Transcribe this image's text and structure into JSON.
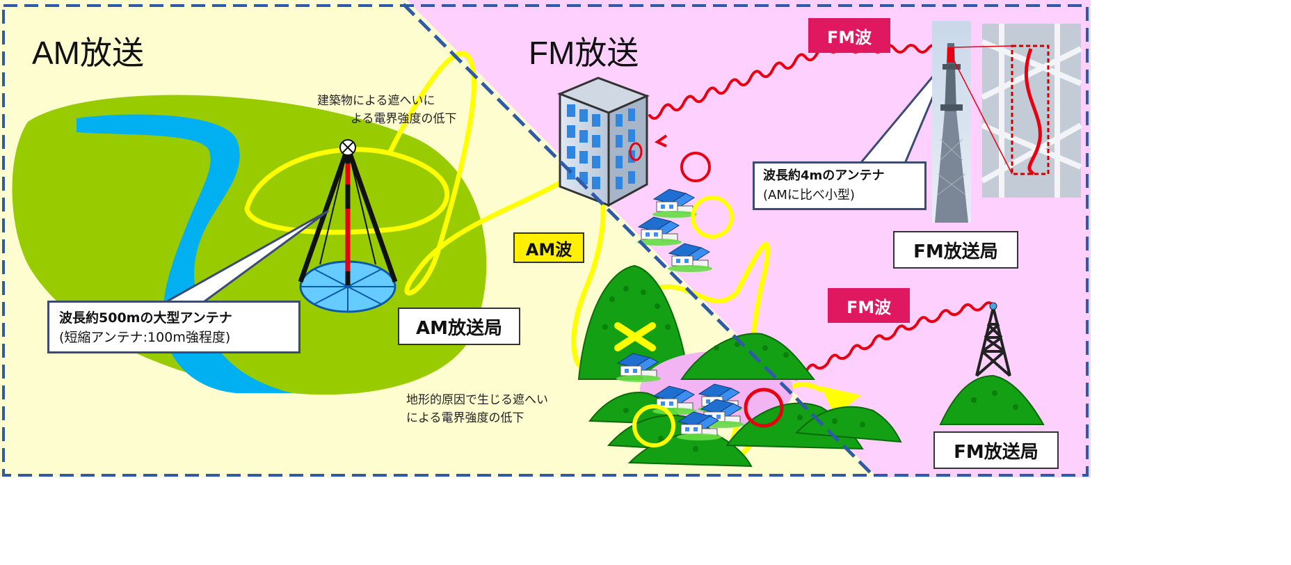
{
  "am_side": {
    "title": "AM放送",
    "station_label": "AM放送局",
    "wave_tag": "AM波",
    "antenna_callout": {
      "line1": "波長約500mの大型アンテナ",
      "line2": "(短縮アンテナ:100m強程度)"
    }
  },
  "fm_side": {
    "title": "FM放送",
    "wave_tag_top": "FM波",
    "wave_tag_bottom": "FM波",
    "station_label_top": "FM放送局",
    "station_label_bottom": "FM放送局",
    "antenna_callout": {
      "line1": "波長約4mのアンテナ",
      "line2": "(AMに比べ小型)"
    }
  },
  "notes": {
    "building": {
      "line1": "建築物による遮へいに",
      "line2": "よる電界強度の低下"
    },
    "terrain": {
      "line1": "地形的原因で生じる遮へい",
      "line2": "による電界強度の低下"
    }
  },
  "colors": {
    "am_background": "#fdfdd0",
    "fm_background": "#fdd0fd",
    "divider": "#2e5aa8",
    "am_wave": "#ffff00",
    "fm_wave": "#e60012",
    "terrain": "#99cc00",
    "river": "#00b0f0",
    "mountain": "#1a9a1a"
  },
  "icons": [
    "house-icon",
    "building-icon",
    "mountain-icon",
    "am-tower-icon",
    "fm-tower-icon",
    "sky-tree-photo",
    "cross-mark",
    "ok-circle"
  ]
}
